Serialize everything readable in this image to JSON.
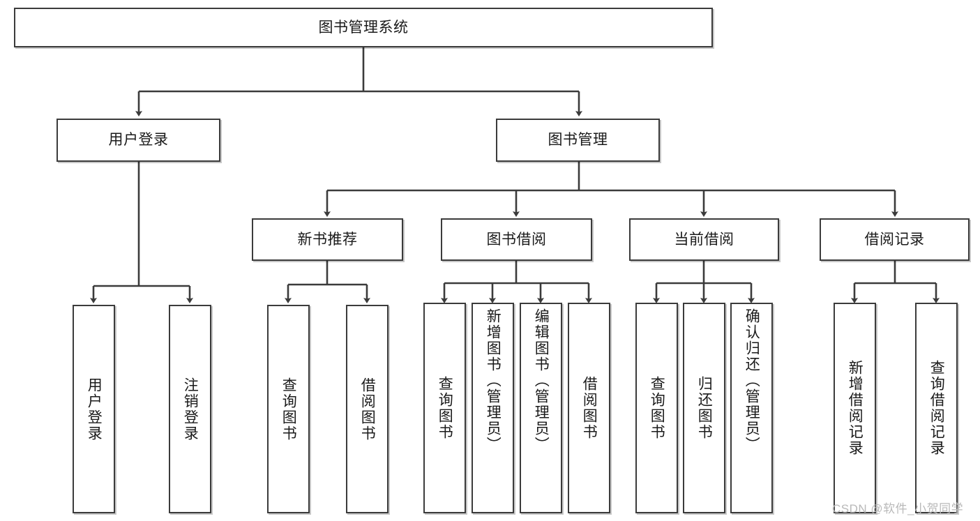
{
  "diagram": {
    "type": "tree-hierarchy",
    "title": "图书管理系统",
    "root": {
      "label": "图书管理系统"
    },
    "level2": [
      {
        "label": "用户登录"
      },
      {
        "label": "图书管理"
      }
    ],
    "level3": [
      {
        "label": "新书推荐"
      },
      {
        "label": "图书借阅"
      },
      {
        "label": "当前借阅"
      },
      {
        "label": "借阅记录"
      }
    ],
    "leaves": {
      "user_login": [
        {
          "label": "用户登录"
        },
        {
          "label": "注销登录"
        }
      ],
      "new_book_recommend": [
        {
          "label": "查询图书"
        },
        {
          "label": "借阅图书"
        }
      ],
      "book_borrow": [
        {
          "label": "查询图书"
        },
        {
          "label": "新增图书（管理员）"
        },
        {
          "label": "编辑图书（管理员）"
        },
        {
          "label": "借阅图书"
        }
      ],
      "current_borrow": [
        {
          "label": "查询图书"
        },
        {
          "label": "归还图书"
        },
        {
          "label": "确认归还（管理员）"
        }
      ],
      "borrow_record": [
        {
          "label": "新增借阅记录"
        },
        {
          "label": "查询借阅记录"
        }
      ]
    }
  },
  "watermark": {
    "text": "CSDN @软件_小贺同学"
  },
  "colors": {
    "border": "#3b3b3b",
    "background": "#ffffff",
    "text": "#1a1a1a",
    "watermark": "#b9b9b9"
  }
}
